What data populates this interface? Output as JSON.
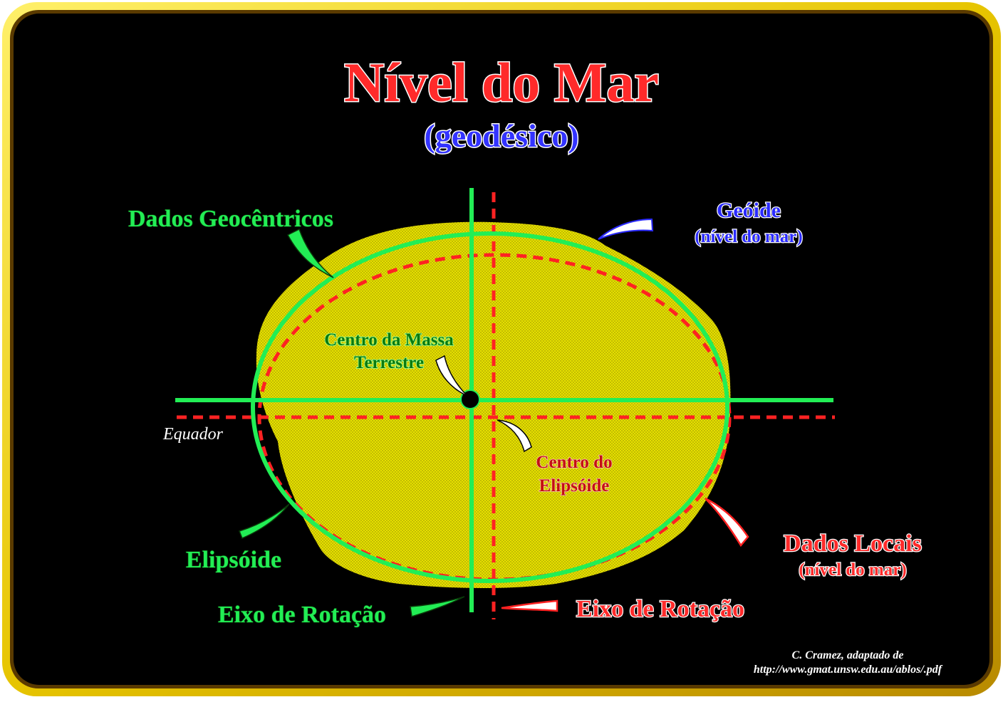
{
  "title": "Nível do Mar",
  "subtitle": "(geodésico)",
  "labels": {
    "geocentric": "Dados Geocêntricos",
    "geoid": "Geóide",
    "geoid_sub": "(nível do mar)",
    "mass_center_line1": "Centro da Massa",
    "mass_center_line2": "Terrestre",
    "equator": "Equador",
    "ellipsoid_center_line1": "Centro do",
    "ellipsoid_center_line2": "Elipsóide",
    "ellipsoid": "Elipsóide",
    "local": "Dados Locais",
    "local_sub": "(nível do mar)",
    "rotation_axis_green": "Eixo de Rotação",
    "rotation_axis_red": "Eixo de Rotação"
  },
  "credit": {
    "line1": "C. Cramez, adaptado de",
    "line2": "http://www.gmat.unsw.edu.au/ablos/.pdf"
  },
  "colors": {
    "background": "#000000",
    "frame": "#f2d400",
    "geoid_fill": "#e8e000",
    "geocentric": "#22ee55",
    "local": "#ff2a2a",
    "geoid_label": "#2a2aff"
  }
}
